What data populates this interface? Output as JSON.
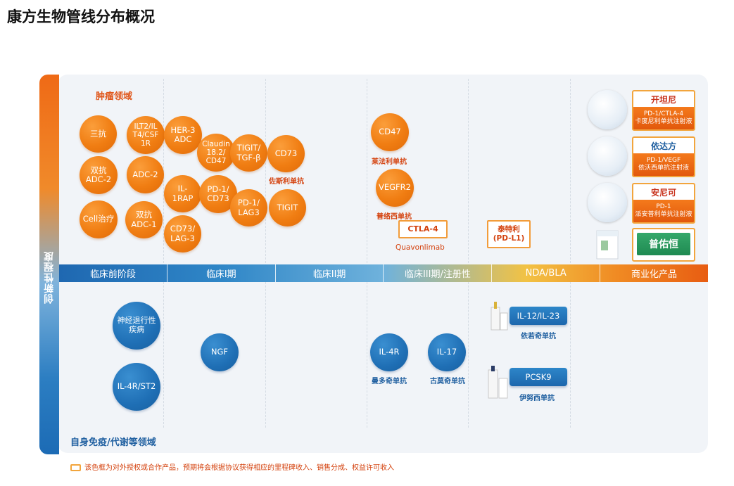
{
  "title": "康方生物管线分布概况",
  "axis_label": "创新性程度",
  "stages": [
    "临床前阶段",
    "临床I期",
    "临床II期",
    "临床III期/注册性",
    "NDA/BLA",
    "商业化产品"
  ],
  "sections": {
    "oncology": "肿瘤领域",
    "immunology": "自身免疫/代谢等领域"
  },
  "oncology_circles": [
    {
      "id": "sankang",
      "label": "三抗"
    },
    {
      "id": "ilt2",
      "label": "ILT2/IL\nT4/CSF\n1R"
    },
    {
      "id": "her3",
      "label": "HER-3\nADC"
    },
    {
      "id": "claudin",
      "label": "Claudin\n18.2/\nCD47"
    },
    {
      "id": "tigit-tgf",
      "label": "TIGIT/\nTGF-β"
    },
    {
      "id": "cd73",
      "label": "CD73"
    },
    {
      "id": "shuangkang-adc2",
      "label": "双抗\nADC-2"
    },
    {
      "id": "adc2",
      "label": "ADC-2"
    },
    {
      "id": "il1rap",
      "label": "IL-\n1RAP"
    },
    {
      "id": "pd1-cd73",
      "label": "PD-1/\nCD73"
    },
    {
      "id": "pd1-lag3",
      "label": "PD-1/\nLAG3"
    },
    {
      "id": "tigit",
      "label": "TIGIT"
    },
    {
      "id": "cell",
      "label": "Cell治疗"
    },
    {
      "id": "shuangkang-adc1",
      "label": "双抗\nADC-1"
    },
    {
      "id": "cd73-lag3",
      "label": "CD73/\nLAG-3"
    },
    {
      "id": "cd47",
      "label": "CD47"
    },
    {
      "id": "vegfr2",
      "label": "VEGFR2"
    }
  ],
  "oncology_captions": {
    "cd73": "佐斯利单抗",
    "cd47": "莱法利单抗",
    "vegfr2": "普络西单抗"
  },
  "boxed": {
    "ctla4": "CTLA-4",
    "ctla4_caption": "Quavonlimab",
    "taiteli": "泰特利\n(PD-L1)"
  },
  "immuno_circles": [
    {
      "id": "neuro",
      "label": "神经退行性\n疾病"
    },
    {
      "id": "il4r-st2",
      "label": "IL-4R/ST2"
    },
    {
      "id": "ngf",
      "label": "NGF"
    },
    {
      "id": "il4r",
      "label": "IL-4R"
    },
    {
      "id": "il17",
      "label": "IL-17"
    }
  ],
  "immuno_captions": {
    "il4r": "曼多奇单抗",
    "il17": "古莫奇单抗"
  },
  "nda_pills": [
    {
      "id": "il12",
      "label": "IL-12/IL-23",
      "caption": "依若奇单抗"
    },
    {
      "id": "pcsk9",
      "label": "PCSK9",
      "caption": "伊努西单抗"
    }
  ],
  "products": [
    {
      "brand": "开坦尼",
      "target": "PD-1/CTLA-4",
      "generic": "卡度尼利单抗注射液",
      "brand_color": "#c8321c"
    },
    {
      "brand": "依达方",
      "target": "PD-1/VEGF",
      "generic": "依沃西单抗注射液",
      "brand_color": "#1f5fa0"
    },
    {
      "brand": "安尼可",
      "target": "PD-1",
      "generic": "派安普利单抗注射液",
      "brand_color": "#c8321c"
    },
    {
      "brand": "普佑恒",
      "brand_color": "#ffffff"
    }
  ],
  "legend": "该色框为对外授权或合作产品，预期将会根据协议获得相应的里程碑收入、销售分成、权益许可收入",
  "colors": {
    "orange": "#f07d12",
    "blue": "#1f6fb5",
    "accent_red": "#d4420e",
    "box_border": "#f2a53d"
  }
}
